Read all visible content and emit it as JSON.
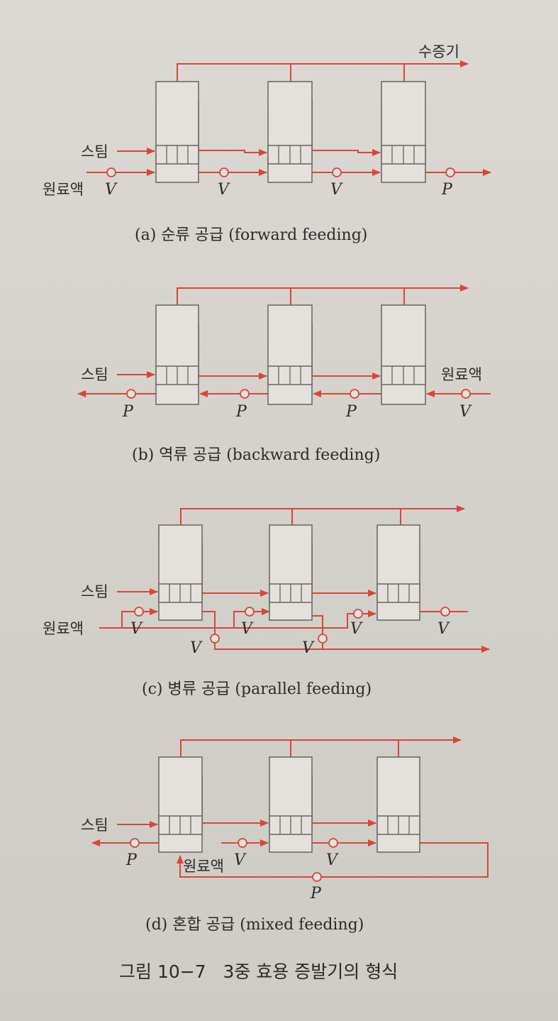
{
  "labels": {
    "steam": "스팀",
    "feed": "원료액",
    "vapor": "수증기",
    "valve": "V",
    "pump": "P"
  },
  "captions": {
    "a": "(a) 순류 공급 (forward feeding)",
    "b": "(b) 역류 공급 (backward feeding)",
    "c": "(c) 병류 공급 (parallel feeding)",
    "d": "(d) 혼합 공급 (mixed feeding)"
  },
  "figure_caption": "그림 10−7   3중 효용 증발기의 형식",
  "colors": {
    "flow": "#d8463a",
    "vessel": "#6f6b66",
    "text": "#2c2a27"
  }
}
